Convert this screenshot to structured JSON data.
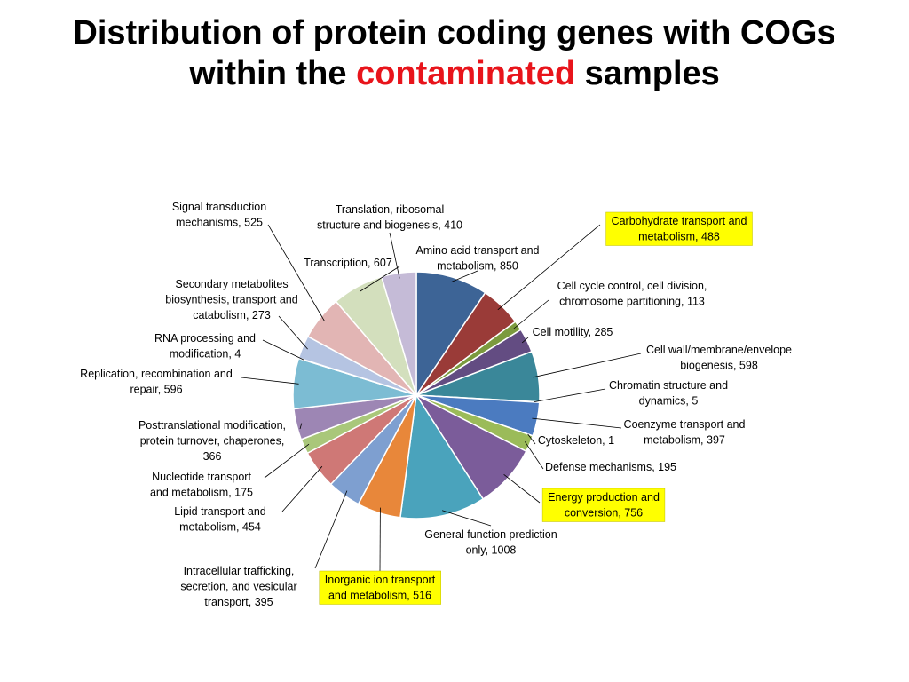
{
  "title": {
    "line1": "Distribution of protein coding genes with COGs",
    "line2_pre": "within the ",
    "line2_highlight": "contaminated",
    "line2_post": " samples",
    "highlight_color": "#e8141b"
  },
  "chart_data": {
    "type": "pie",
    "title": "Distribution of protein coding genes with COGs within the contaminated samples",
    "highlight_label_color": "#ffff00",
    "slices": [
      {
        "category": "Amino acid transport and metabolism",
        "value": 850,
        "label_lines": [
          "Amino acid transport and",
          "metabolism, 850"
        ],
        "color": "#3d6496",
        "highlighted": false
      },
      {
        "category": "Carbohydrate transport and metabolism",
        "value": 488,
        "label_lines": [
          "Carbohydrate transport and",
          "metabolism, 488"
        ],
        "color": "#9a3b38",
        "highlighted": true
      },
      {
        "category": "Cell cycle control, cell division, chromosome partitioning",
        "value": 113,
        "label_lines": [
          "Cell cycle control, cell division,",
          "chromosome partitioning, 113"
        ],
        "color": "#7b9a3e",
        "highlighted": false
      },
      {
        "category": "Cell motility",
        "value": 285,
        "label_lines": [
          "Cell motility, 285"
        ],
        "color": "#634c82",
        "highlighted": false
      },
      {
        "category": "Cell wall/membrane/envelope biogenesis",
        "value": 598,
        "label_lines": [
          "Cell wall/membrane/envelope",
          "biogenesis, 598"
        ],
        "color": "#3a8799",
        "highlighted": false
      },
      {
        "category": "Chromatin structure and dynamics",
        "value": 5,
        "label_lines": [
          "Chromatin structure and",
          "dynamics, 5"
        ],
        "color": "#cc7a30",
        "highlighted": false
      },
      {
        "category": "Coenzyme transport and metabolism",
        "value": 397,
        "label_lines": [
          "Coenzyme transport and",
          "metabolism, 397"
        ],
        "color": "#4b7bc0",
        "highlighted": false
      },
      {
        "category": "Cytoskeleton",
        "value": 1,
        "label_lines": [
          "Cytoskeleton, 1"
        ],
        "color": "#c0504d",
        "highlighted": false
      },
      {
        "category": "Defense mechanisms",
        "value": 195,
        "label_lines": [
          "Defense mechanisms, 195"
        ],
        "color": "#9bbb59",
        "highlighted": false
      },
      {
        "category": "Energy production and conversion",
        "value": 756,
        "label_lines": [
          "Energy production and",
          "conversion, 756"
        ],
        "color": "#7b5c9a",
        "highlighted": true
      },
      {
        "category": "General function prediction only",
        "value": 1008,
        "label_lines": [
          "General function prediction",
          "only, 1008"
        ],
        "color": "#4aa3bc",
        "highlighted": false
      },
      {
        "category": "Inorganic ion transport and metabolism",
        "value": 516,
        "label_lines": [
          "Inorganic ion transport",
          "and metabolism, 516"
        ],
        "color": "#e8873a",
        "highlighted": true
      },
      {
        "category": "Intracellular trafficking, secretion, and vesicular transport",
        "value": 395,
        "label_lines": [
          "Intracellular trafficking,",
          "secretion, and vesicular",
          "transport, 395"
        ],
        "color": "#7e9fd0",
        "highlighted": false
      },
      {
        "category": "Lipid transport and metabolism",
        "value": 454,
        "label_lines": [
          "Lipid transport and",
          "metabolism, 454"
        ],
        "color": "#cf7876",
        "highlighted": false
      },
      {
        "category": "Nucleotide transport and metabolism",
        "value": 175,
        "label_lines": [
          "Nucleotide transport",
          "and metabolism, 175"
        ],
        "color": "#a9c77a",
        "highlighted": false
      },
      {
        "category": "Posttranslational modification, protein turnover, chaperones",
        "value": 366,
        "label_lines": [
          "Posttranslational modification,",
          "protein turnover, chaperones,",
          "366"
        ],
        "color": "#9d86b4",
        "highlighted": false
      },
      {
        "category": "Replication, recombination and repair",
        "value": 596,
        "label_lines": [
          "Replication, recombination and",
          "repair, 596"
        ],
        "color": "#7cbcd3",
        "highlighted": false
      },
      {
        "category": "RNA processing and modification",
        "value": 4,
        "label_lines": [
          "RNA processing and",
          "modification, 4"
        ],
        "color": "#f0a96e",
        "highlighted": false
      },
      {
        "category": "Secondary metabolites biosynthesis, transport and catabolism",
        "value": 273,
        "label_lines": [
          "Secondary metabolites",
          "biosynthesis, transport and",
          "catabolism, 273"
        ],
        "color": "#b5c4e2",
        "highlighted": false
      },
      {
        "category": "Signal transduction mechanisms",
        "value": 525,
        "label_lines": [
          "Signal transduction",
          "mechanisms, 525"
        ],
        "color": "#e2b5b4",
        "highlighted": false
      },
      {
        "category": "Transcription",
        "value": 607,
        "label_lines": [
          "Transcription, 607"
        ],
        "color": "#d3dfbd",
        "highlighted": false
      },
      {
        "category": "Translation, ribosomal structure and biogenesis",
        "value": 410,
        "label_lines": [
          "Translation, ribosomal",
          "structure and biogenesis, 410"
        ],
        "color": "#c5bbd7",
        "highlighted": false
      }
    ]
  }
}
